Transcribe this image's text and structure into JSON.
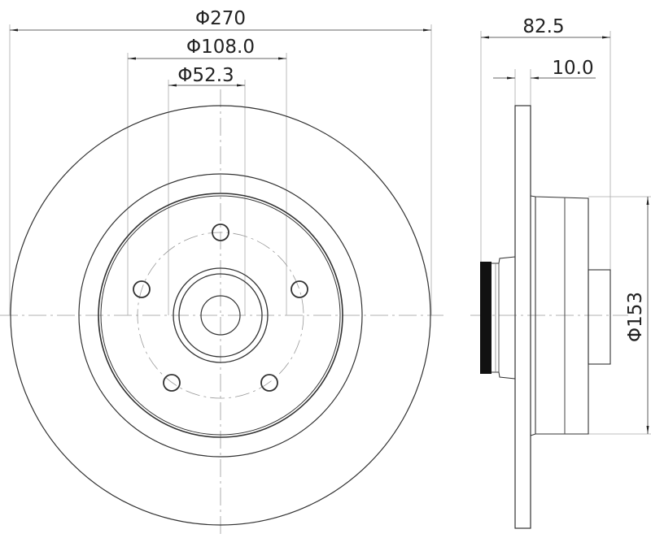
{
  "drawing": {
    "subject": "brake disc with hub technical drawing",
    "front_view": {
      "dimensions": {
        "outer_diameter": "Φ270",
        "bolt_circle_diameter": "Φ108.0",
        "center_bore_diameter": "Φ52.3"
      },
      "bolt_hole_count": 5
    },
    "side_view": {
      "dimensions": {
        "overall_height": "82.5",
        "disc_thickness": "10.0",
        "hub_diameter": "Φ153"
      }
    },
    "colors": {
      "line": "#333333",
      "thin_line": "#999999",
      "background": "#ffffff",
      "seal": "#111111"
    }
  }
}
